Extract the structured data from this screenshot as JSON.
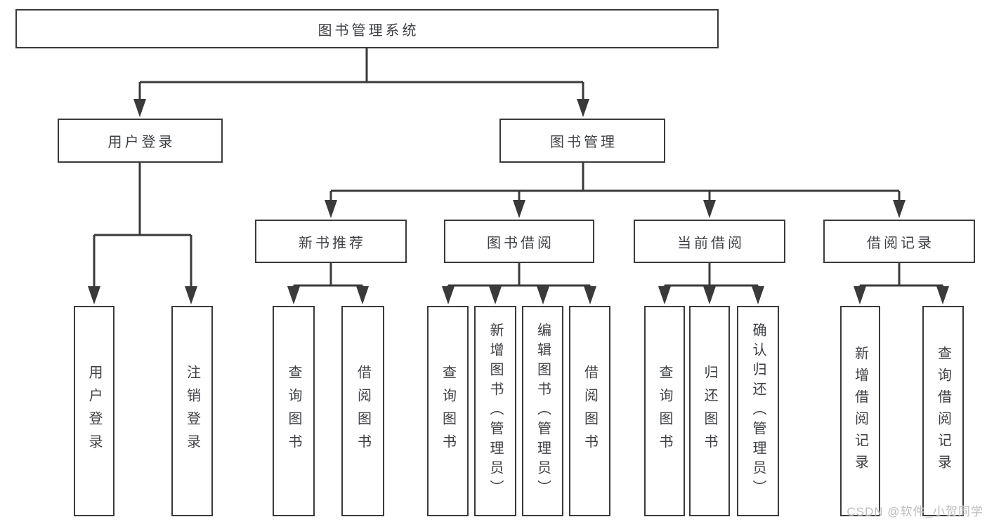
{
  "diagram": {
    "title": "图书管理系统",
    "type": "hierarchy-tree",
    "tree": {
      "label": "图书管理系统",
      "children": [
        {
          "label": "用户登录",
          "children": [
            {
              "label": "用户登录"
            },
            {
              "label": "注销登录"
            }
          ]
        },
        {
          "label": "图书管理",
          "children": [
            {
              "label": "新书推荐",
              "children": [
                {
                  "label": "查询图书"
                },
                {
                  "label": "借阅图书"
                }
              ]
            },
            {
              "label": "图书借阅",
              "children": [
                {
                  "label": "查询图书"
                },
                {
                  "label": "新增图书（管理员）"
                },
                {
                  "label": "编辑图书（管理员）"
                },
                {
                  "label": "借阅图书"
                }
              ]
            },
            {
              "label": "当前借阅",
              "children": [
                {
                  "label": "查询图书"
                },
                {
                  "label": "归还图书"
                },
                {
                  "label": "确认归还（管理员）"
                }
              ]
            },
            {
              "label": "借阅记录",
              "children": [
                {
                  "label": "新增借阅记录"
                },
                {
                  "label": "查询借阅记录"
                }
              ]
            }
          ]
        }
      ]
    }
  },
  "watermark": {
    "text": "CSDN @软件_小贺同学"
  },
  "colors": {
    "line": "#3a3a3a",
    "box_border": "#3a3a3a",
    "text": "#3e4045",
    "background": "#ffffff",
    "watermark": "#bdbdbd"
  }
}
